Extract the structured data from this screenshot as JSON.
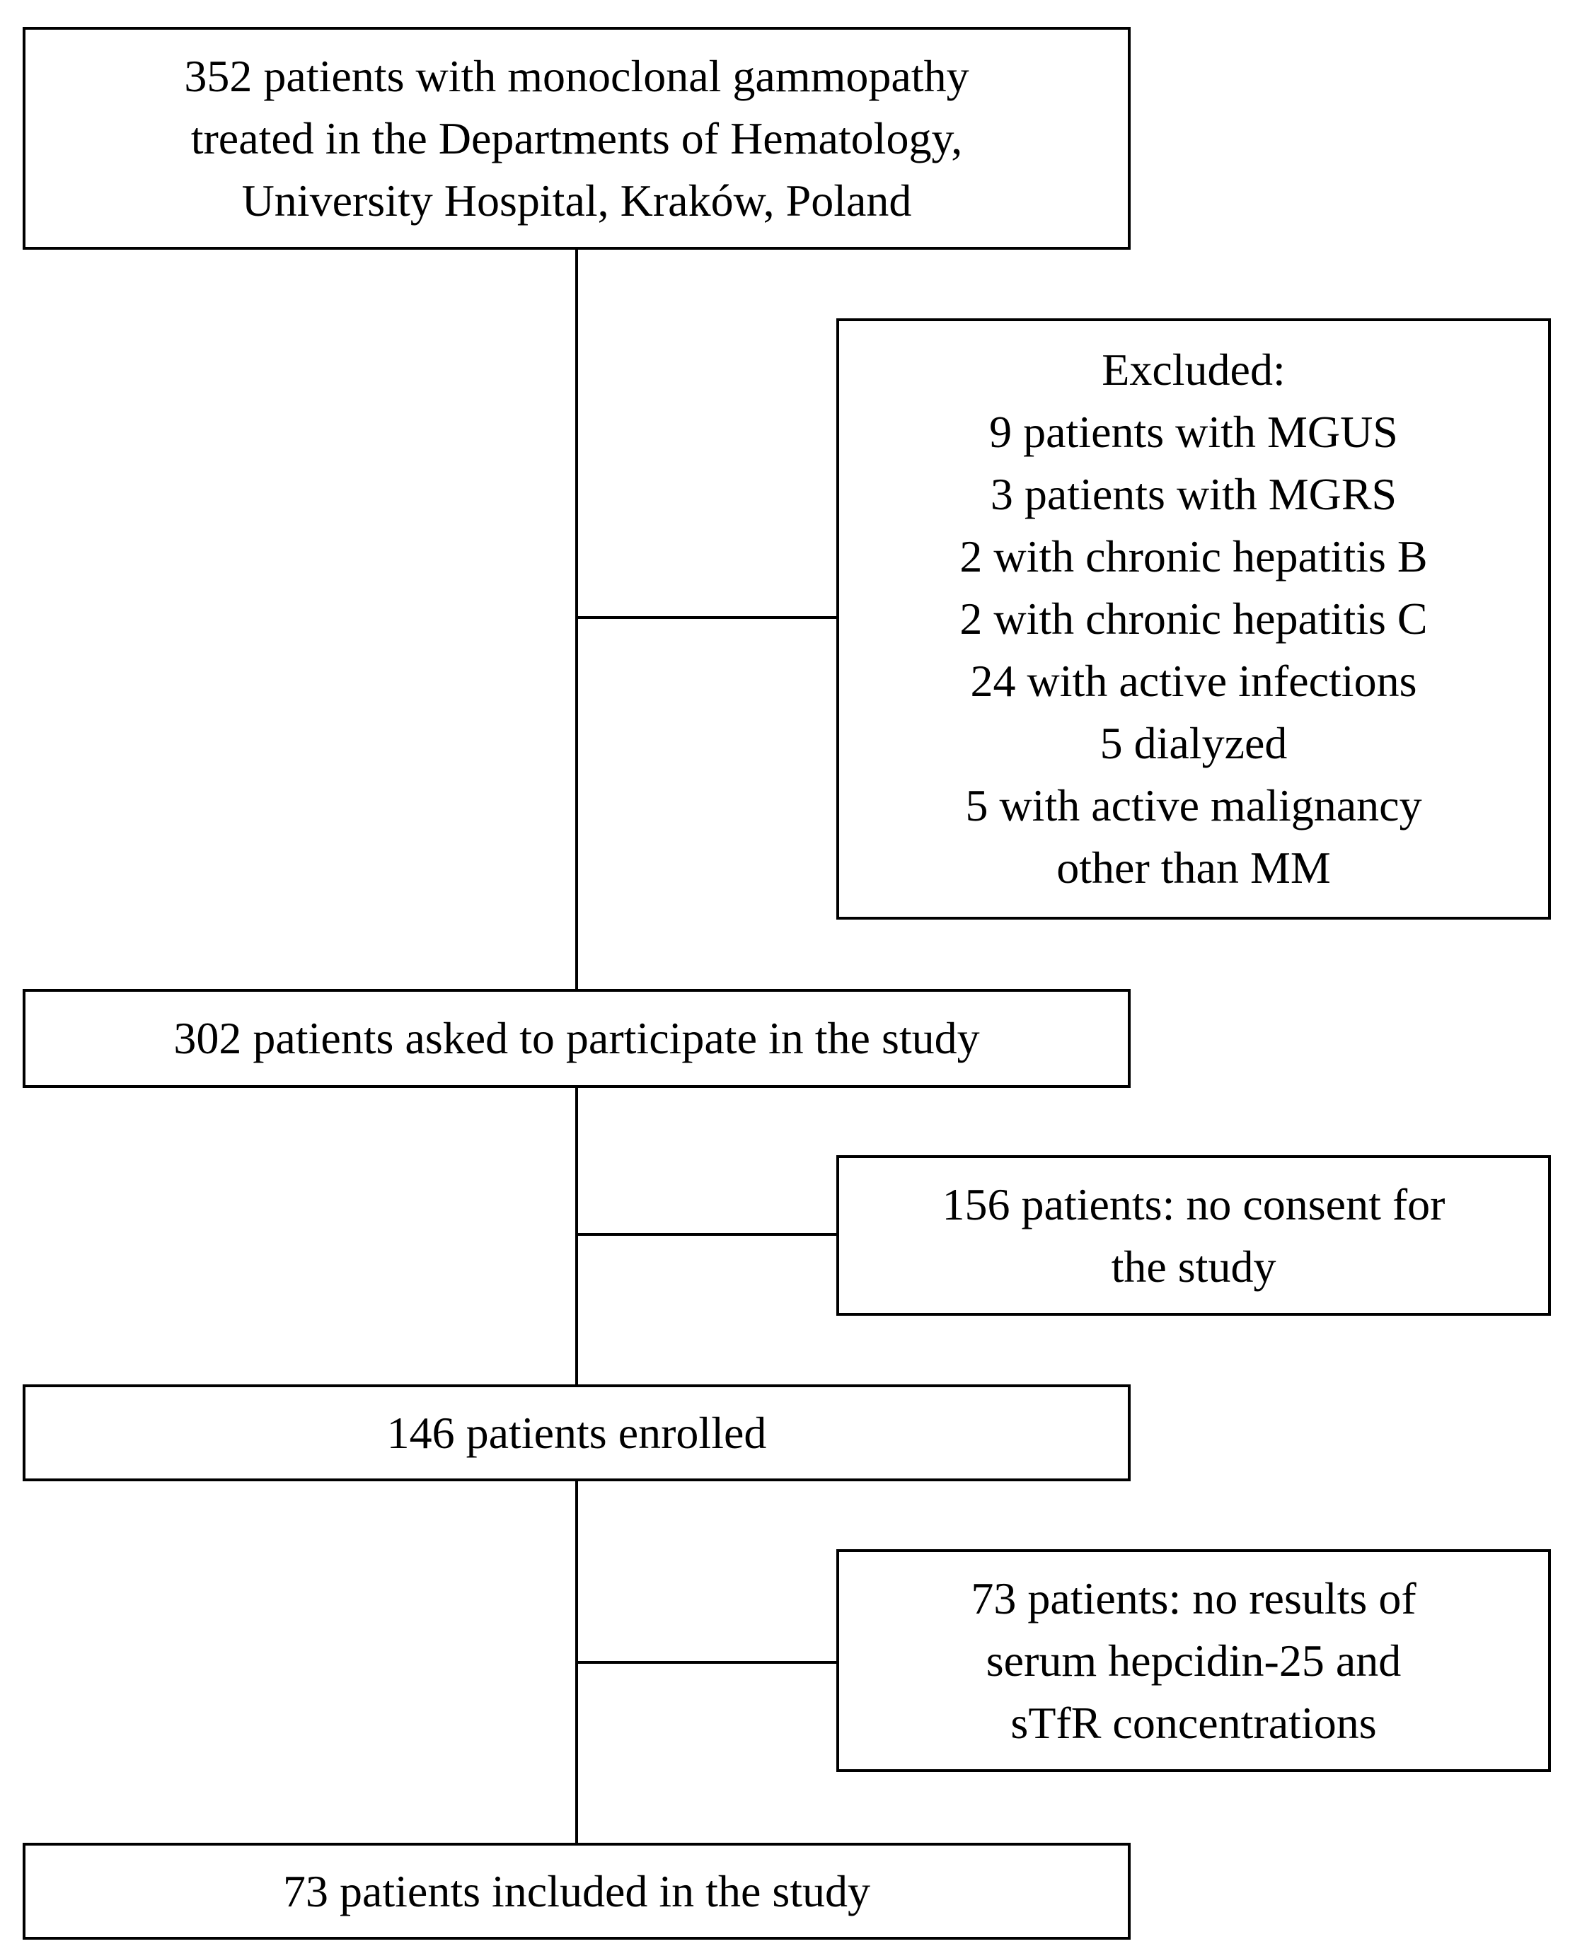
{
  "flowchart": {
    "start": {
      "lines": [
        "352 patients with monoclonal gammopathy",
        "treated in the Departments of Hematology,",
        "University Hospital, Kraków, Poland"
      ]
    },
    "excluded": {
      "lines": [
        "Excluded:",
        "9 patients with MGUS",
        "3 patients with MGRS",
        "2 with chronic hepatitis B",
        "2 with chronic hepatitis C",
        "24 with active infections",
        "5 dialyzed",
        "5 with active malignancy",
        "other than MM"
      ]
    },
    "asked": {
      "lines": [
        "302 patients asked to participate in the study"
      ]
    },
    "no_consent": {
      "lines": [
        "156 patients: no consent for",
        "the study"
      ]
    },
    "enrolled": {
      "lines": [
        "146 patients enrolled"
      ]
    },
    "no_results": {
      "lines": [
        "73 patients: no results of",
        "serum hepcidin-25 and",
        "sTfR concentrations"
      ]
    },
    "included": {
      "lines": [
        "73 patients included in the study"
      ]
    }
  }
}
